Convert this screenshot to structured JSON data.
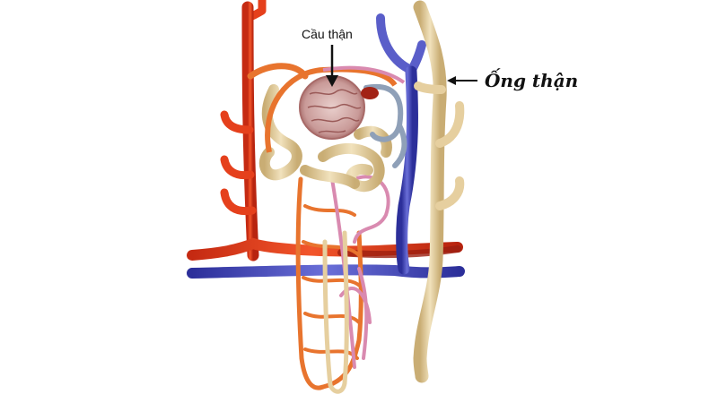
{
  "diagram": {
    "subject": "nephron",
    "labels": {
      "glomerulus": "Cầu thận",
      "renal_tubule": "Ống thận"
    },
    "colors": {
      "background": "#ffffff",
      "artery": "#e5401c",
      "artery_dark": "#b8240f",
      "vein": "#4b4fc0",
      "vein_dark": "#2c2f9a",
      "tubule": "#e6cf9f",
      "tubule_shade": "#c9ad74",
      "capillary_orange": "#e8742e",
      "capillary_pink": "#d98ab0",
      "glomerulus": "#c99a98",
      "grey_vessel": "#8fa0b8",
      "arrow": "#111111"
    }
  }
}
